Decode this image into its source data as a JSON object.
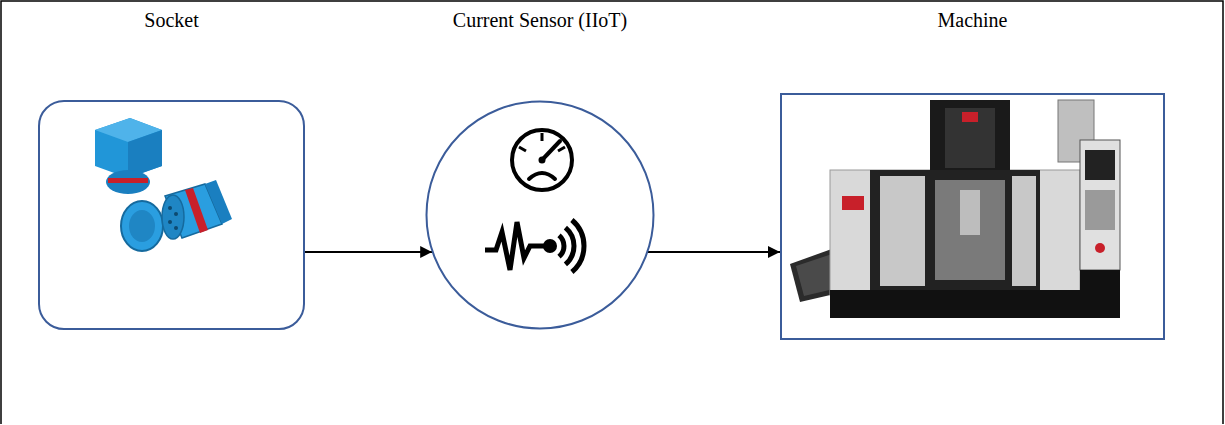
{
  "diagram": {
    "nodes": [
      {
        "text": [
          "Socket"
        ]
      },
      {
        "text": [
          "Current Sensor (IIoT)"
        ]
      },
      {
        "text": [
          "Machine"
        ]
      }
    ],
    "edges": [
      {
        "from": 0,
        "to": 1,
        "arrow": "to"
      },
      {
        "from": 1,
        "to": 2,
        "arrow": "to"
      }
    ]
  }
}
